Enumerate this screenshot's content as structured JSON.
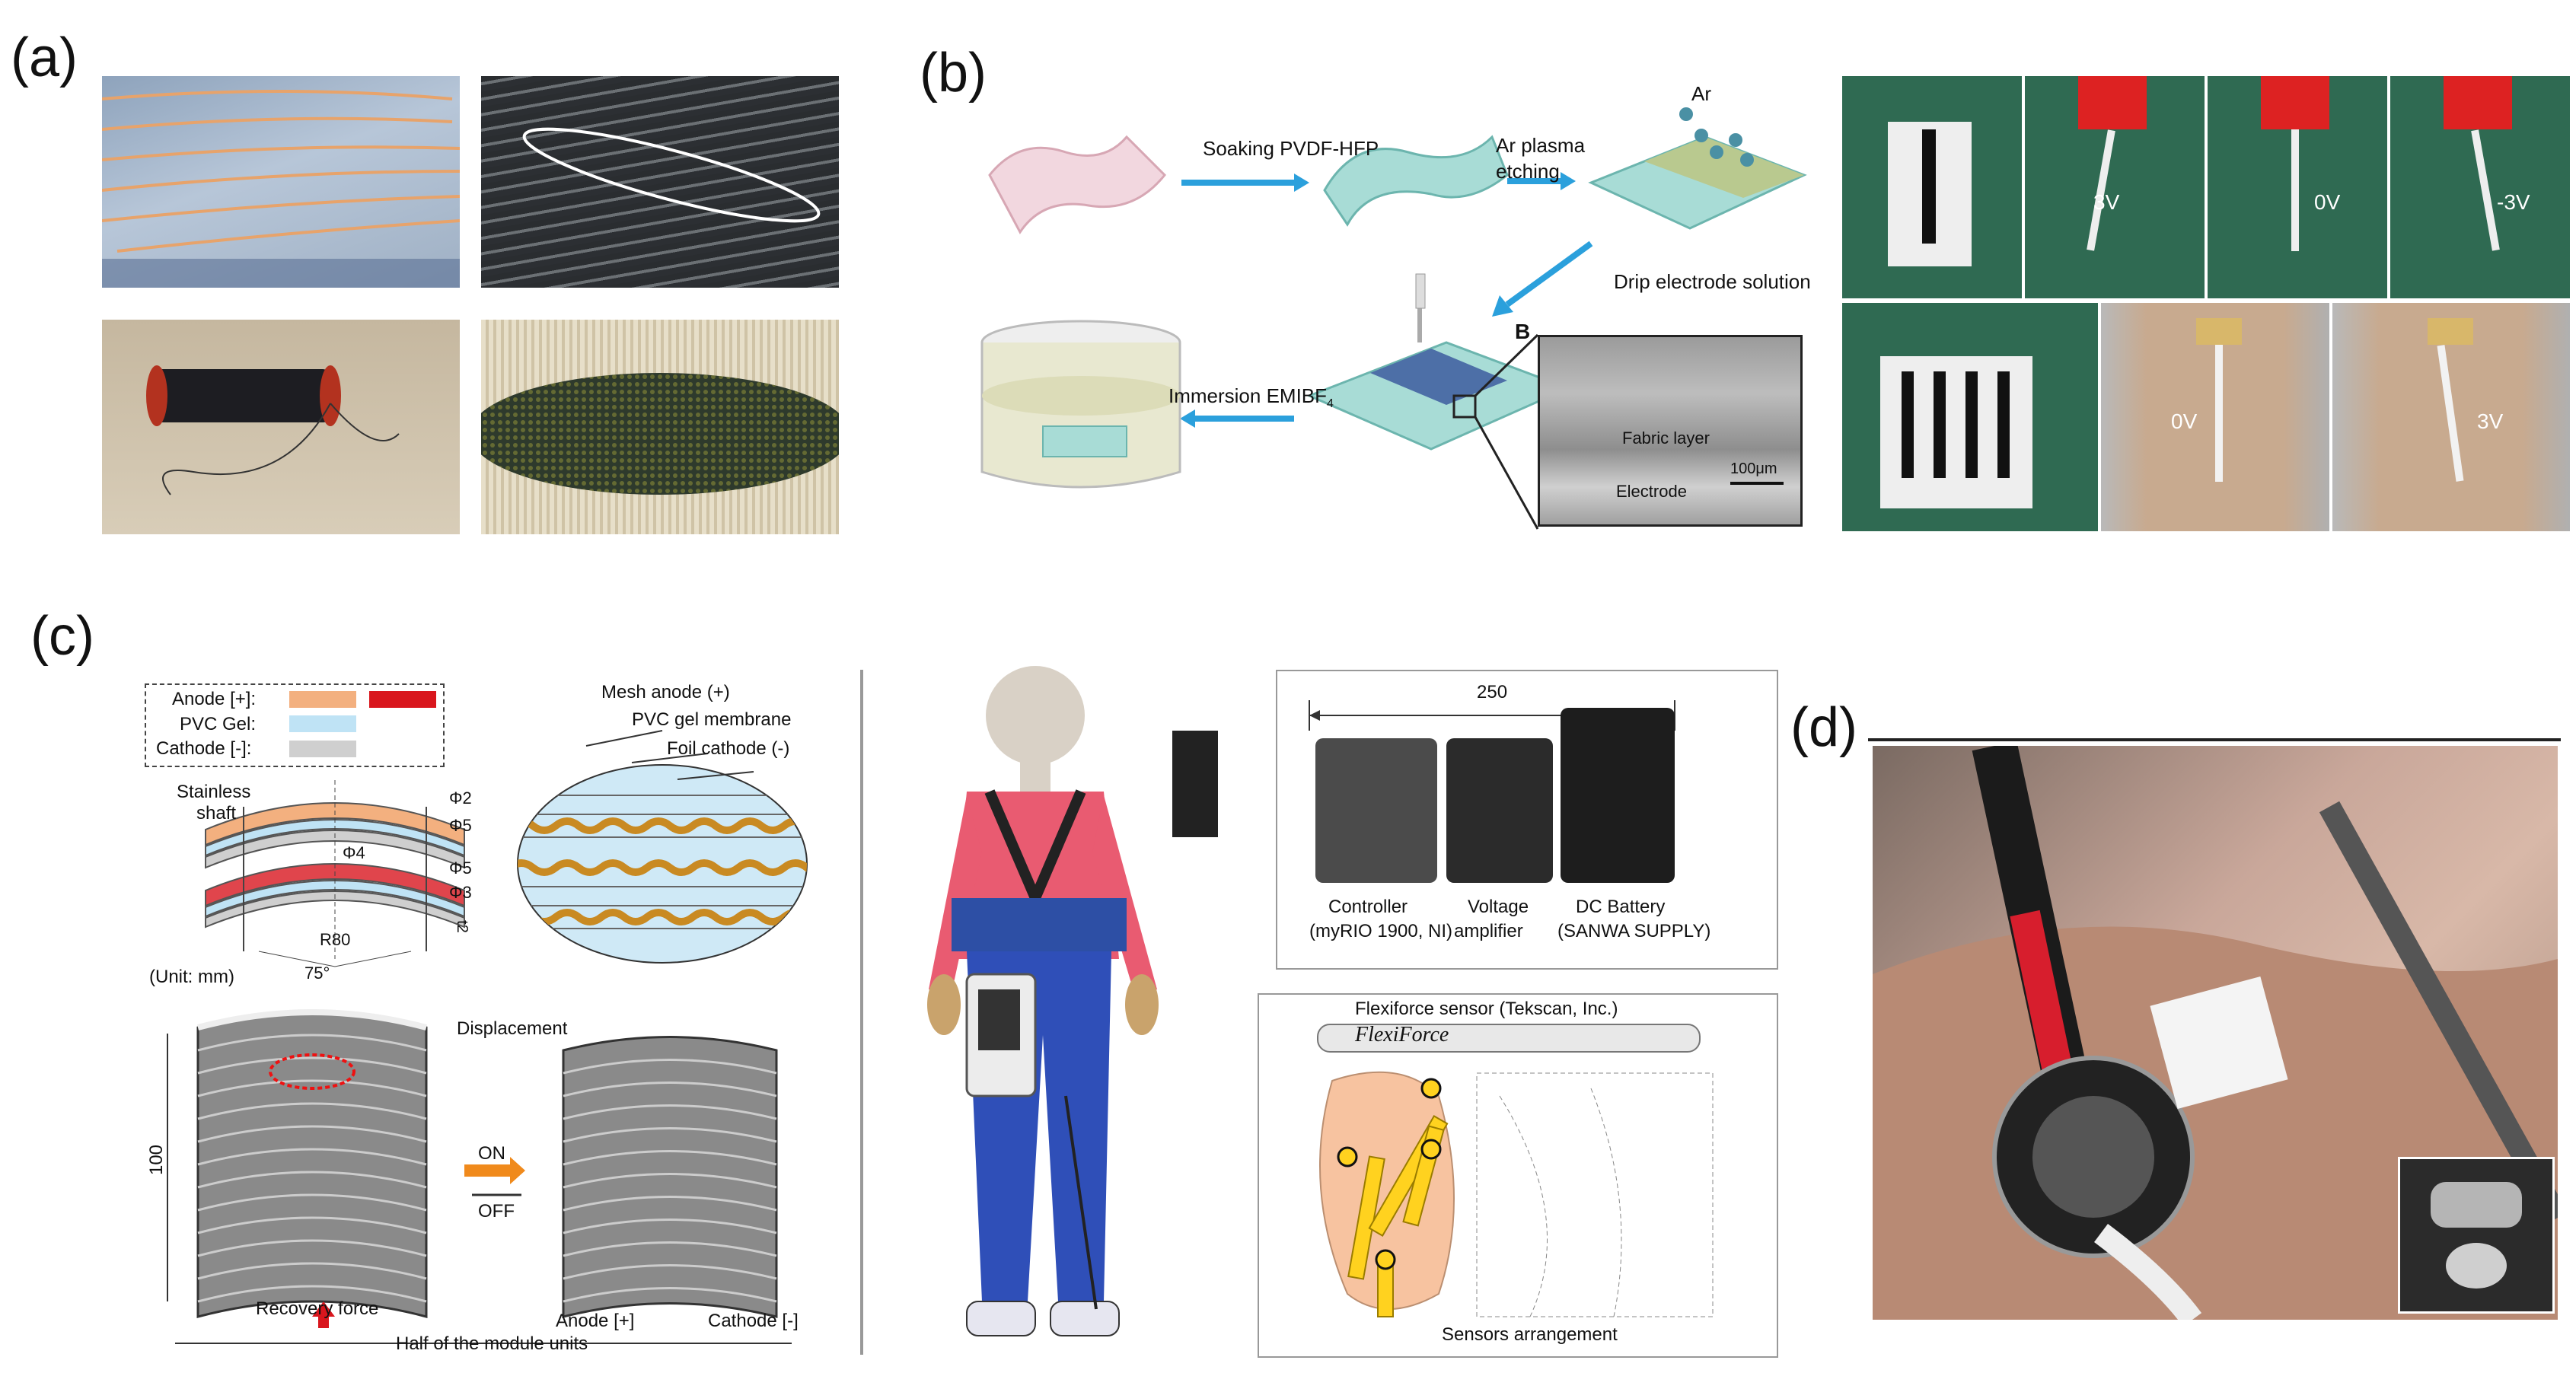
{
  "panel_labels": {
    "a": "(a)",
    "b": "(b)",
    "c": "(c)",
    "d": "(d)"
  },
  "panel_b": {
    "step_soak": "Soaking PVDF-HFP",
    "step_plasma_1": "Ar plasma",
    "step_plasma_2": "etching",
    "ar_label": "Ar",
    "step_drip": "Drip electrode solution",
    "step_immersion": "Immersion EMIBF",
    "step_immersion_sub": "4",
    "sem_label": "B",
    "sem_fabric": "Fabric layer",
    "sem_electrode": "Electrode",
    "sem_scale": "100μm",
    "photo_voltages_top": [
      "3V",
      "0V",
      "-3V"
    ],
    "photo_voltages_bottom": [
      "0V",
      "3V"
    ]
  },
  "panel_c": {
    "legend": [
      {
        "label": "Anode [+]:",
        "color": "#f3b07f",
        "color2": "#d9161d"
      },
      {
        "label": "PVC  Gel:",
        "color": "#bfe3f5"
      },
      {
        "label": "Cathode [-]:",
        "color": "#cfcfcf"
      }
    ],
    "layer_labels": {
      "shaft": "Stainless",
      "shaft2": "shaft",
      "d2": "Φ2",
      "d5a": "Φ5",
      "d4": "Φ4",
      "d5b": "Φ5",
      "d3": "Φ3",
      "r80": "R80",
      "angle": "75°",
      "t": "t2",
      "unit": "(Unit: mm)"
    },
    "membrane_labels": {
      "mesh": "Mesh anode (+)",
      "pvc": "PVC gel membrane",
      "foil": "Foil cathode (-)"
    },
    "module_labels": {
      "displacement": "Displacement",
      "height": "100",
      "on": "ON",
      "off": "OFF",
      "recovery": "Recovery force",
      "anode": "Anode [+]",
      "cathode": "Cathode [-]",
      "half": "Half of the module units"
    },
    "hardware": {
      "width": "250",
      "controller_1": "Controller",
      "controller_2": "(myRIO 1900, NI)",
      "amp_1": "Voltage",
      "amp_2": "amplifier",
      "battery_1": "DC Battery",
      "battery_2": "(SANWA SUPPLY)"
    },
    "sensors": {
      "title": "Flexiforce sensor (Tekscan, Inc.)",
      "brand": "FlexiForce",
      "arrangement": "Sensors arrangement"
    }
  }
}
